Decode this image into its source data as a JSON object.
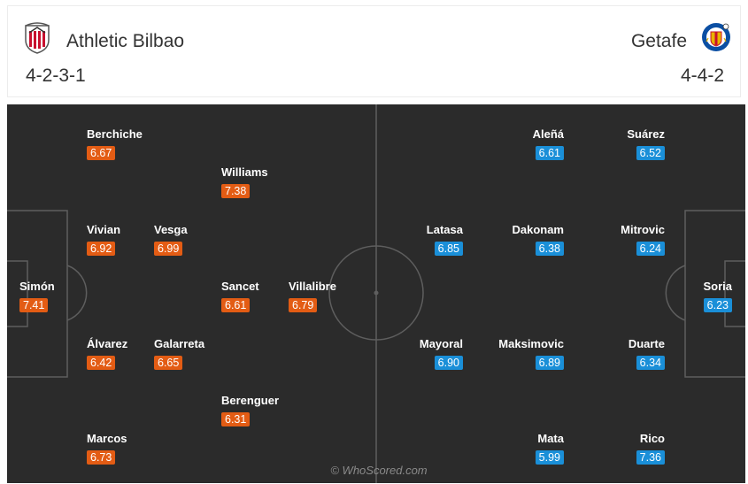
{
  "home": {
    "team": "Athletic Bilbao",
    "formation": "4-2-3-1",
    "color": "#e35c14",
    "crest_icon": "athletic-bilbao-crest",
    "players": [
      {
        "name": "Berchiche",
        "rating": "6.67"
      },
      {
        "name": "Williams",
        "rating": "7.38"
      },
      {
        "name": "Vivian",
        "rating": "6.92"
      },
      {
        "name": "Vesga",
        "rating": "6.99"
      },
      {
        "name": "Simón",
        "rating": "7.41"
      },
      {
        "name": "Sancet",
        "rating": "6.61"
      },
      {
        "name": "Villalibre",
        "rating": "6.79"
      },
      {
        "name": "Álvarez",
        "rating": "6.42"
      },
      {
        "name": "Galarreta",
        "rating": "6.65"
      },
      {
        "name": "Berenguer",
        "rating": "6.31"
      },
      {
        "name": "Marcos",
        "rating": "6.73"
      }
    ]
  },
  "away": {
    "team": "Getafe",
    "formation": "4-4-2",
    "color": "#1a8fd8",
    "crest_icon": "getafe-crest",
    "players": [
      {
        "name": "Aleñá",
        "rating": "6.61"
      },
      {
        "name": "Suárez",
        "rating": "6.52"
      },
      {
        "name": "Latasa",
        "rating": "6.85"
      },
      {
        "name": "Dakonam",
        "rating": "6.38"
      },
      {
        "name": "Mitrovic",
        "rating": "6.24"
      },
      {
        "name": "Soria",
        "rating": "6.23"
      },
      {
        "name": "Mayoral",
        "rating": "6.90"
      },
      {
        "name": "Maksimovic",
        "rating": "6.89"
      },
      {
        "name": "Duarte",
        "rating": "6.34"
      },
      {
        "name": "Mata",
        "rating": "5.99"
      },
      {
        "name": "Rico",
        "rating": "7.36"
      }
    ]
  },
  "watermark": "© WhoScored.com"
}
